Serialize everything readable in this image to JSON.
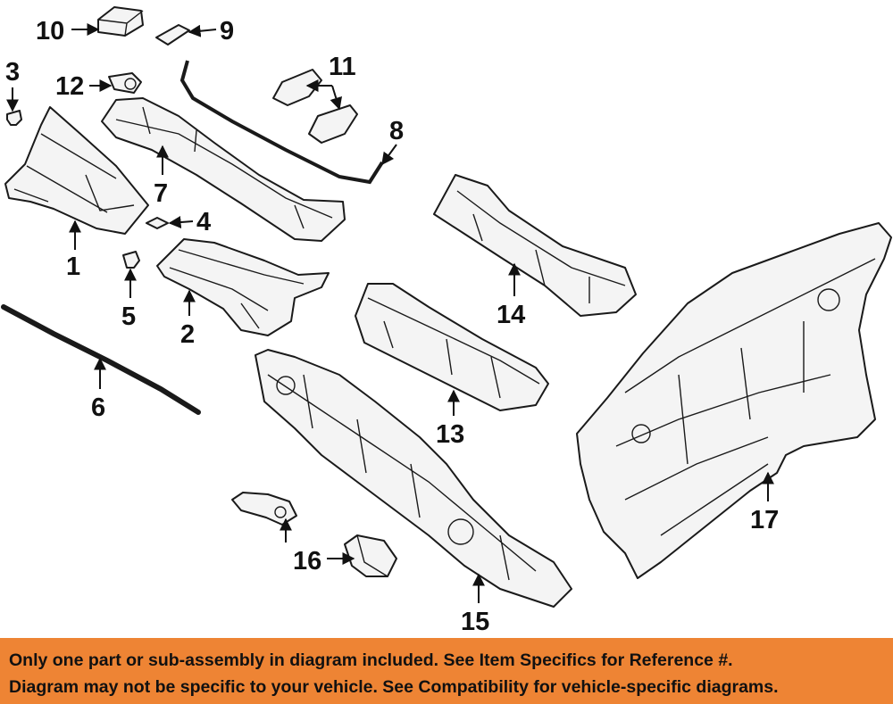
{
  "diagram": {
    "callouts": {
      "c1": "1",
      "c2": "2",
      "c3": "3",
      "c4": "4",
      "c5": "5",
      "c6": "6",
      "c7": "7",
      "c8": "8",
      "c9": "9",
      "c10": "10",
      "c11": "11",
      "c12": "12",
      "c13": "13",
      "c14": "14",
      "c15": "15",
      "c16": "16",
      "c17": "17"
    }
  },
  "footer": {
    "line1": "Only one part or sub-assembly in diagram included. See Item Specifics for Reference #.",
    "line2": "Diagram may not be specific to your vehicle. See Compatibility for vehicle-specific diagrams.",
    "background_color": "#ee8434"
  }
}
